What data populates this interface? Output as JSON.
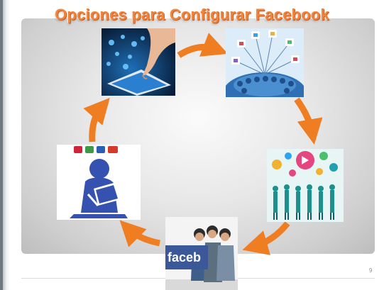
{
  "slide": {
    "title": "Opciones para Configurar Facebook",
    "slide_number": "9"
  },
  "diagram": {
    "type": "cycle",
    "direction": "clockwise",
    "arrow_color": "#ef7d22",
    "title_color": "#f0843c",
    "nodes": [
      {
        "id": "touch",
        "image": "hand-touching-tablet-with-app-icons"
      },
      {
        "id": "network",
        "image": "social-media-crowd-with-icons"
      },
      {
        "id": "people",
        "image": "people-with-social-icons"
      },
      {
        "id": "facebook",
        "image": "facebook-group-photo",
        "text": "faceb"
      },
      {
        "id": "reader",
        "image": "person-reading-silhouette"
      }
    ]
  }
}
